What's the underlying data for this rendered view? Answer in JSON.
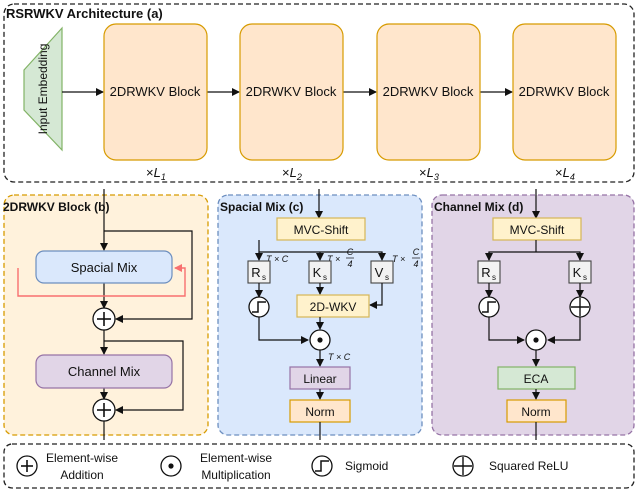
{
  "panels": {
    "architecture": {
      "title": "RSRWKV Architecture (a)"
    },
    "block": {
      "title": "2DRWKV Block (b)"
    },
    "spacial": {
      "title": "Spacial Mix (c)"
    },
    "channel": {
      "title": "Channel Mix (d)"
    }
  },
  "architecture": {
    "input_embedding": "Input Embedding",
    "blocks": [
      {
        "label": "2DRWKV Block",
        "mult": "×",
        "L": "L",
        "sub": "1"
      },
      {
        "label": "2DRWKV Block",
        "mult": "×",
        "L": "L",
        "sub": "2"
      },
      {
        "label": "2DRWKV Block",
        "mult": "×",
        "L": "L",
        "sub": "3"
      },
      {
        "label": "2DRWKV Block",
        "mult": "×",
        "L": "L",
        "sub": "4"
      }
    ]
  },
  "block": {
    "spacial_mix": "Spacial Mix",
    "channel_mix": "Channel Mix",
    "add_symbol": "+"
  },
  "spacial": {
    "shift": "MVC-Shift",
    "R": "R",
    "K": "K",
    "V": "V",
    "sub": "s",
    "wkv": "2D-WKV",
    "linear": "Linear",
    "norm": "Norm",
    "dim_TxC": "T × C",
    "dim_T": "T ×",
    "frac_num": "C",
    "frac_den": "4"
  },
  "channel": {
    "shift": "MVC-Shift",
    "R": "R",
    "K": "K",
    "sub": "s",
    "eca": "ECA",
    "norm": "Norm"
  },
  "legend": {
    "add_line1": "Element-wise",
    "add_line2": "Addition",
    "mul_line1": "Element-wise",
    "mul_line2": "Multiplication",
    "sigmoid": "Sigmoid",
    "relu": "Squared ReLU"
  },
  "colors": {
    "orange_fill": "#ffe6cc",
    "orange_stroke": "#d79b00",
    "blue_fill": "#dae8fc",
    "blue_stroke": "#6c8ebf",
    "purple_fill": "#e1d5e7",
    "purple_stroke": "#9673a6",
    "green_fill": "#d5e8d4",
    "green_stroke": "#82b366",
    "red_arrow": "#f8706f",
    "yellow_fill": "#fff2cc",
    "yellow_stroke": "#d6b656"
  }
}
